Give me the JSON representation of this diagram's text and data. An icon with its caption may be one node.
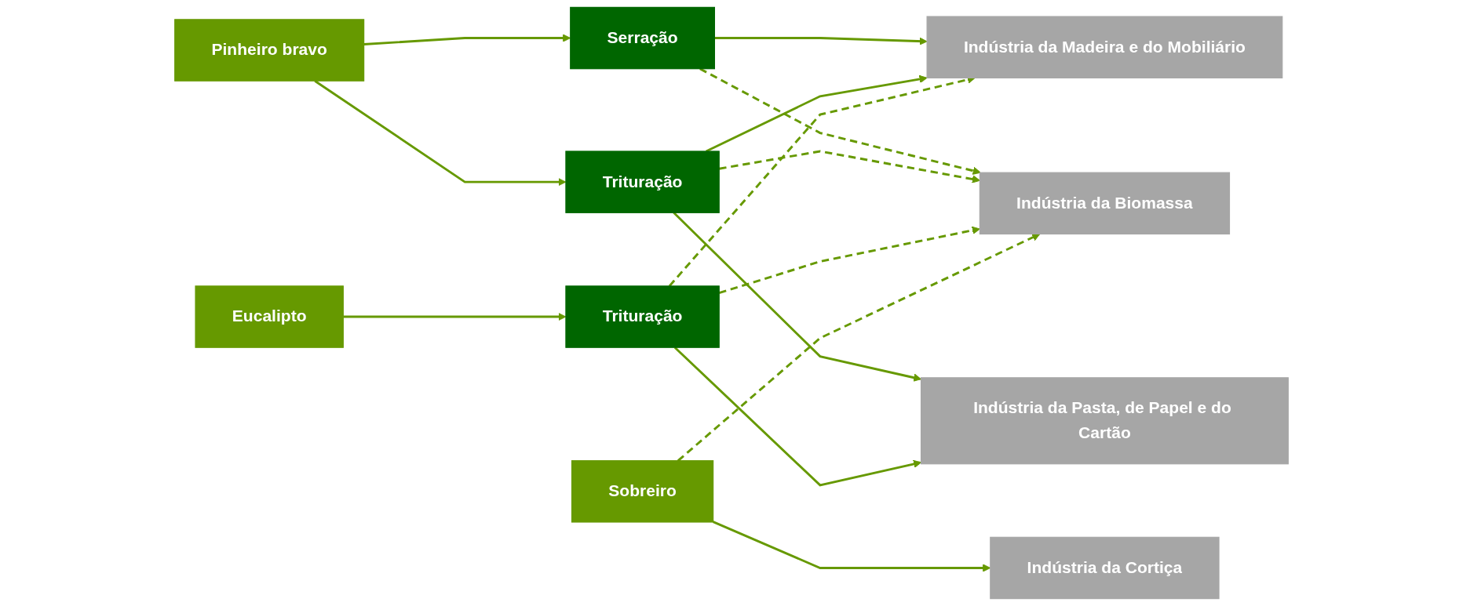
{
  "diagram": {
    "nodes": [
      {
        "text": [
          "Pinheiro bravo"
        ]
      },
      {
        "text": [
          "Eucalipto"
        ]
      },
      {
        "text": [
          "Sobreiro"
        ]
      },
      {
        "text": [
          "Serração"
        ]
      },
      {
        "text": [
          "Trituração"
        ]
      },
      {
        "text": [
          "Trituração"
        ]
      },
      {
        "text": [
          "Indústria da Madeira e do Mobiliário"
        ]
      },
      {
        "text": [
          "Indústria da Biomassa"
        ]
      },
      {
        "text": [
          "Indústria da Pasta, de Papel e do Cartão"
        ]
      },
      {
        "text": [
          "Indústria da Cortiça"
        ]
      }
    ],
    "edges": [
      {
        "from": 0,
        "to": 3,
        "arrow": "to"
      },
      {
        "from": 0,
        "to": 4,
        "arrow": "to"
      },
      {
        "from": 1,
        "to": 5,
        "arrow": "to"
      },
      {
        "from": 3,
        "to": 6,
        "arrow": "to"
      },
      {
        "from": 3,
        "to": 7,
        "arrow": "to",
        "style": "dashed"
      },
      {
        "from": 4,
        "to": 6,
        "arrow": "to"
      },
      {
        "from": 4,
        "to": 7,
        "arrow": "to",
        "style": "dashed"
      },
      {
        "from": 4,
        "to": 8,
        "arrow": "to"
      },
      {
        "from": 5,
        "to": 6,
        "arrow": "to",
        "style": "dashed"
      },
      {
        "from": 5,
        "to": 7,
        "arrow": "to",
        "style": "dashed"
      },
      {
        "from": 5,
        "to": 8,
        "arrow": "to"
      },
      {
        "from": 2,
        "to": 7,
        "arrow": "to",
        "style": "dashed"
      },
      {
        "from": 2,
        "to": 9,
        "arrow": "to"
      }
    ]
  }
}
